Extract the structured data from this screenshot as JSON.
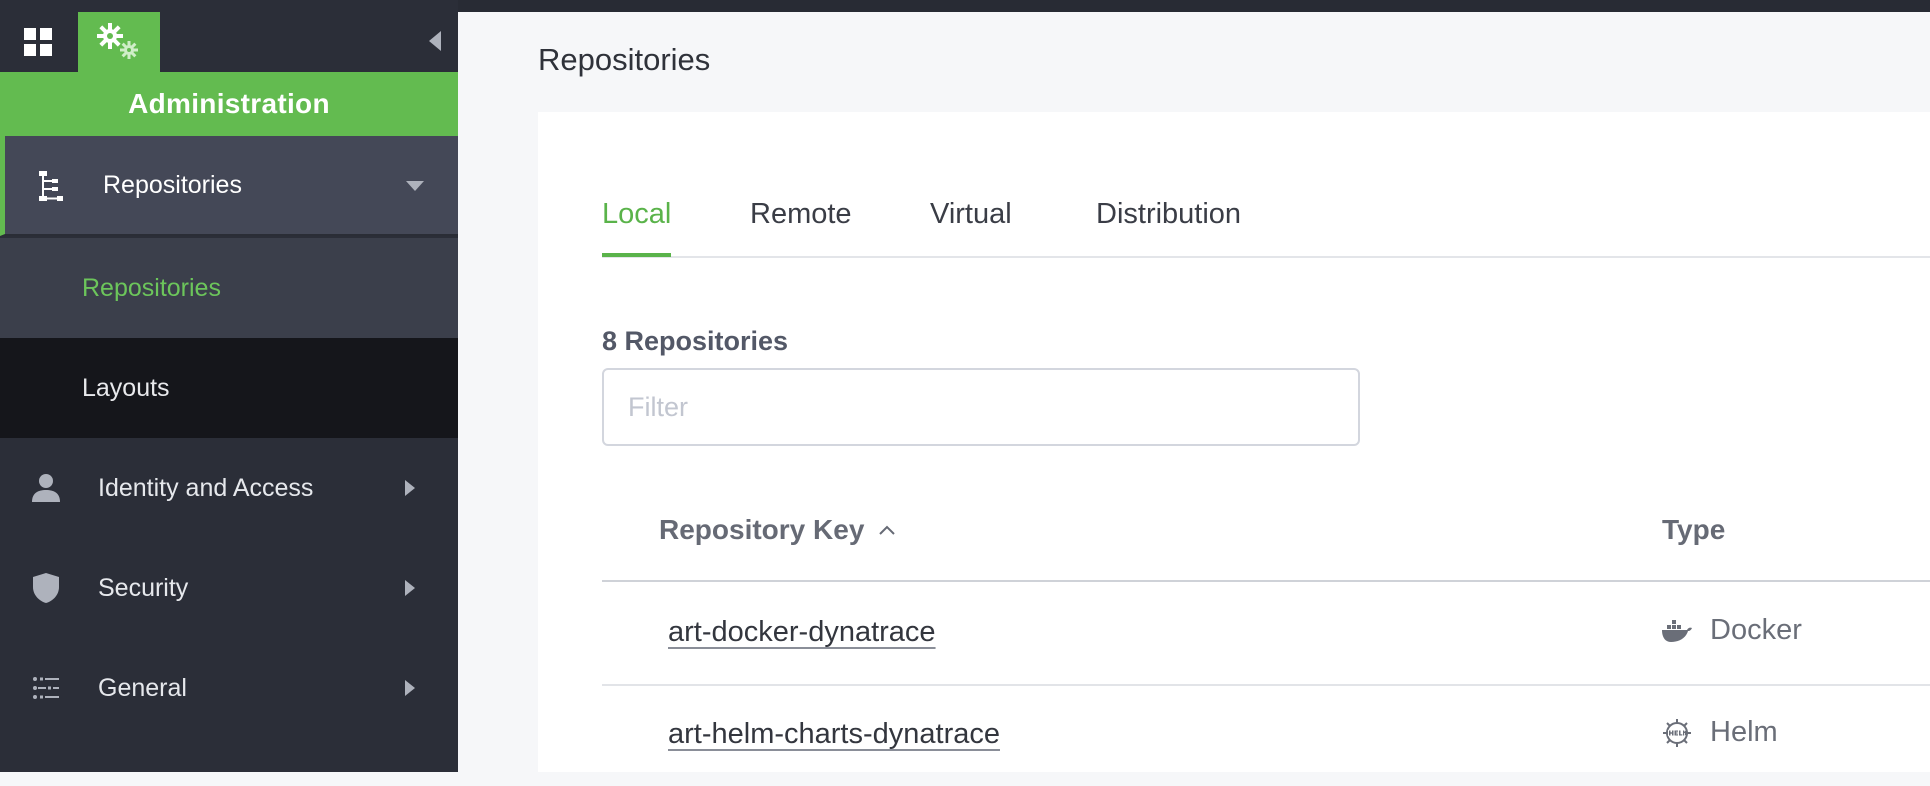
{
  "sidebar": {
    "header": "Administration",
    "items": [
      {
        "label": "Repositories",
        "icon": "tree-icon",
        "expanded": true
      },
      {
        "label": "Identity and Access",
        "icon": "person-icon"
      },
      {
        "label": "Security",
        "icon": "shield-icon"
      },
      {
        "label": "General",
        "icon": "sliders-icon"
      }
    ],
    "subitems": [
      {
        "label": "Repositories",
        "active": true
      },
      {
        "label": "Layouts"
      }
    ]
  },
  "page": {
    "title": "Repositories"
  },
  "tabs": [
    {
      "label": "Local",
      "active": true
    },
    {
      "label": "Remote"
    },
    {
      "label": "Virtual"
    },
    {
      "label": "Distribution"
    }
  ],
  "repo_count": "8 Repositories",
  "filter": {
    "placeholder": "Filter",
    "value": ""
  },
  "table": {
    "columns": [
      {
        "label": "Repository Key",
        "sort": "ascending"
      },
      {
        "label": "Type"
      }
    ],
    "rows": [
      {
        "key": "art-docker-dynatrace",
        "type": "Docker",
        "type_icon": "docker-icon"
      },
      {
        "key": "art-helm-charts-dynatrace",
        "type": "Helm",
        "type_icon": "helm-icon"
      }
    ]
  },
  "colors": {
    "accent": "#63bb50",
    "sidebar_bg": "#2b2e38",
    "active_item_bg": "#444857",
    "submenu_bg": "#3b3f4b",
    "submenu_dark_bg": "#15161b"
  }
}
